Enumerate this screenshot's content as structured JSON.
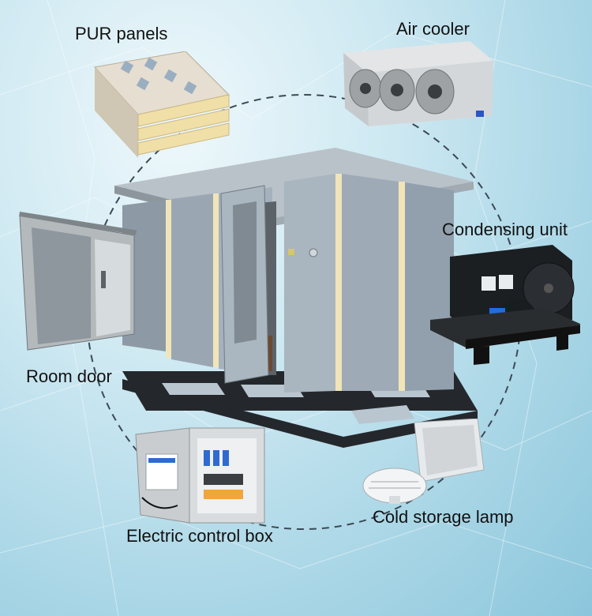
{
  "labels": {
    "pur_panels": "PUR panels",
    "air_cooler": "Air cooler",
    "condensing_unit": "Condensing unit",
    "room_door": "Room door",
    "cold_storage_lamp": "Cold storage lamp",
    "electric_control_box": "Electric control box"
  },
  "colors": {
    "panel_steel": "#9aa7b3",
    "panel_core": "#f1e5b8",
    "frame": "#1f2326",
    "circle": "#3b4a55"
  }
}
